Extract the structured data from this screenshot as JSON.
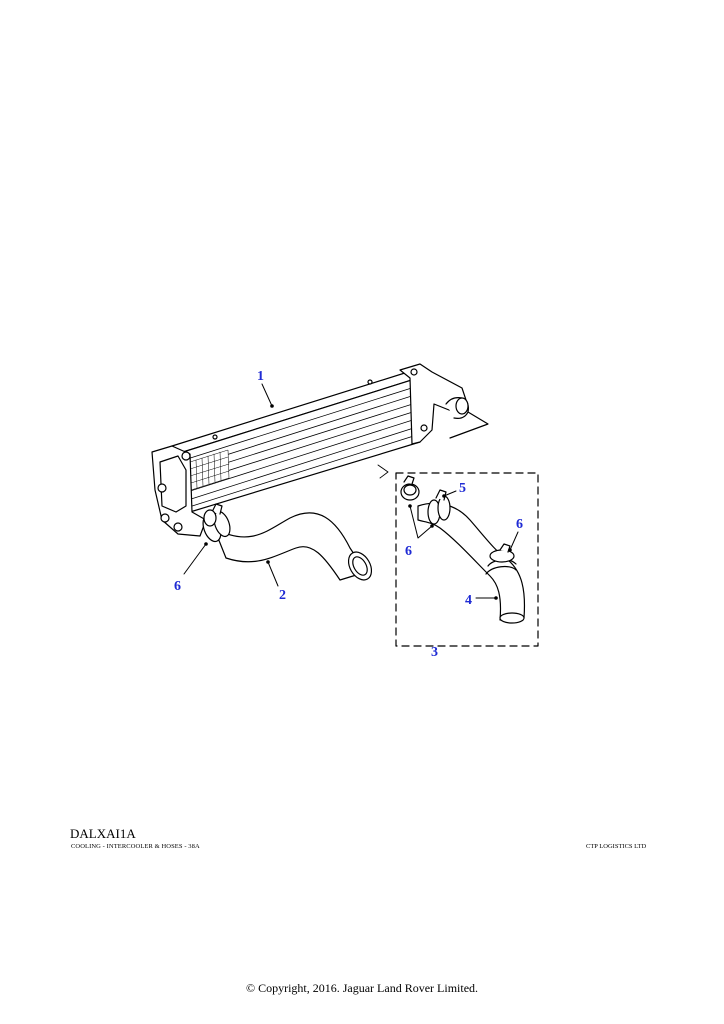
{
  "callouts": {
    "c1": "1",
    "c2": "2",
    "c3": "3",
    "c4": "4",
    "c5": "5",
    "c6_left": "6",
    "c6_mid": "6",
    "c6_right": "6"
  },
  "colors": {
    "callout": "#1f2bd4",
    "line": "#000000"
  },
  "footer": {
    "ref_code": "DALXAI1A",
    "caption_left": "COOLING - INTERCOOLER & HOSES - 38A",
    "caption_right": "CTP LOGISTICS LTD",
    "copyright": "© Copyright, 2016. Jaguar Land Rover Limited."
  }
}
